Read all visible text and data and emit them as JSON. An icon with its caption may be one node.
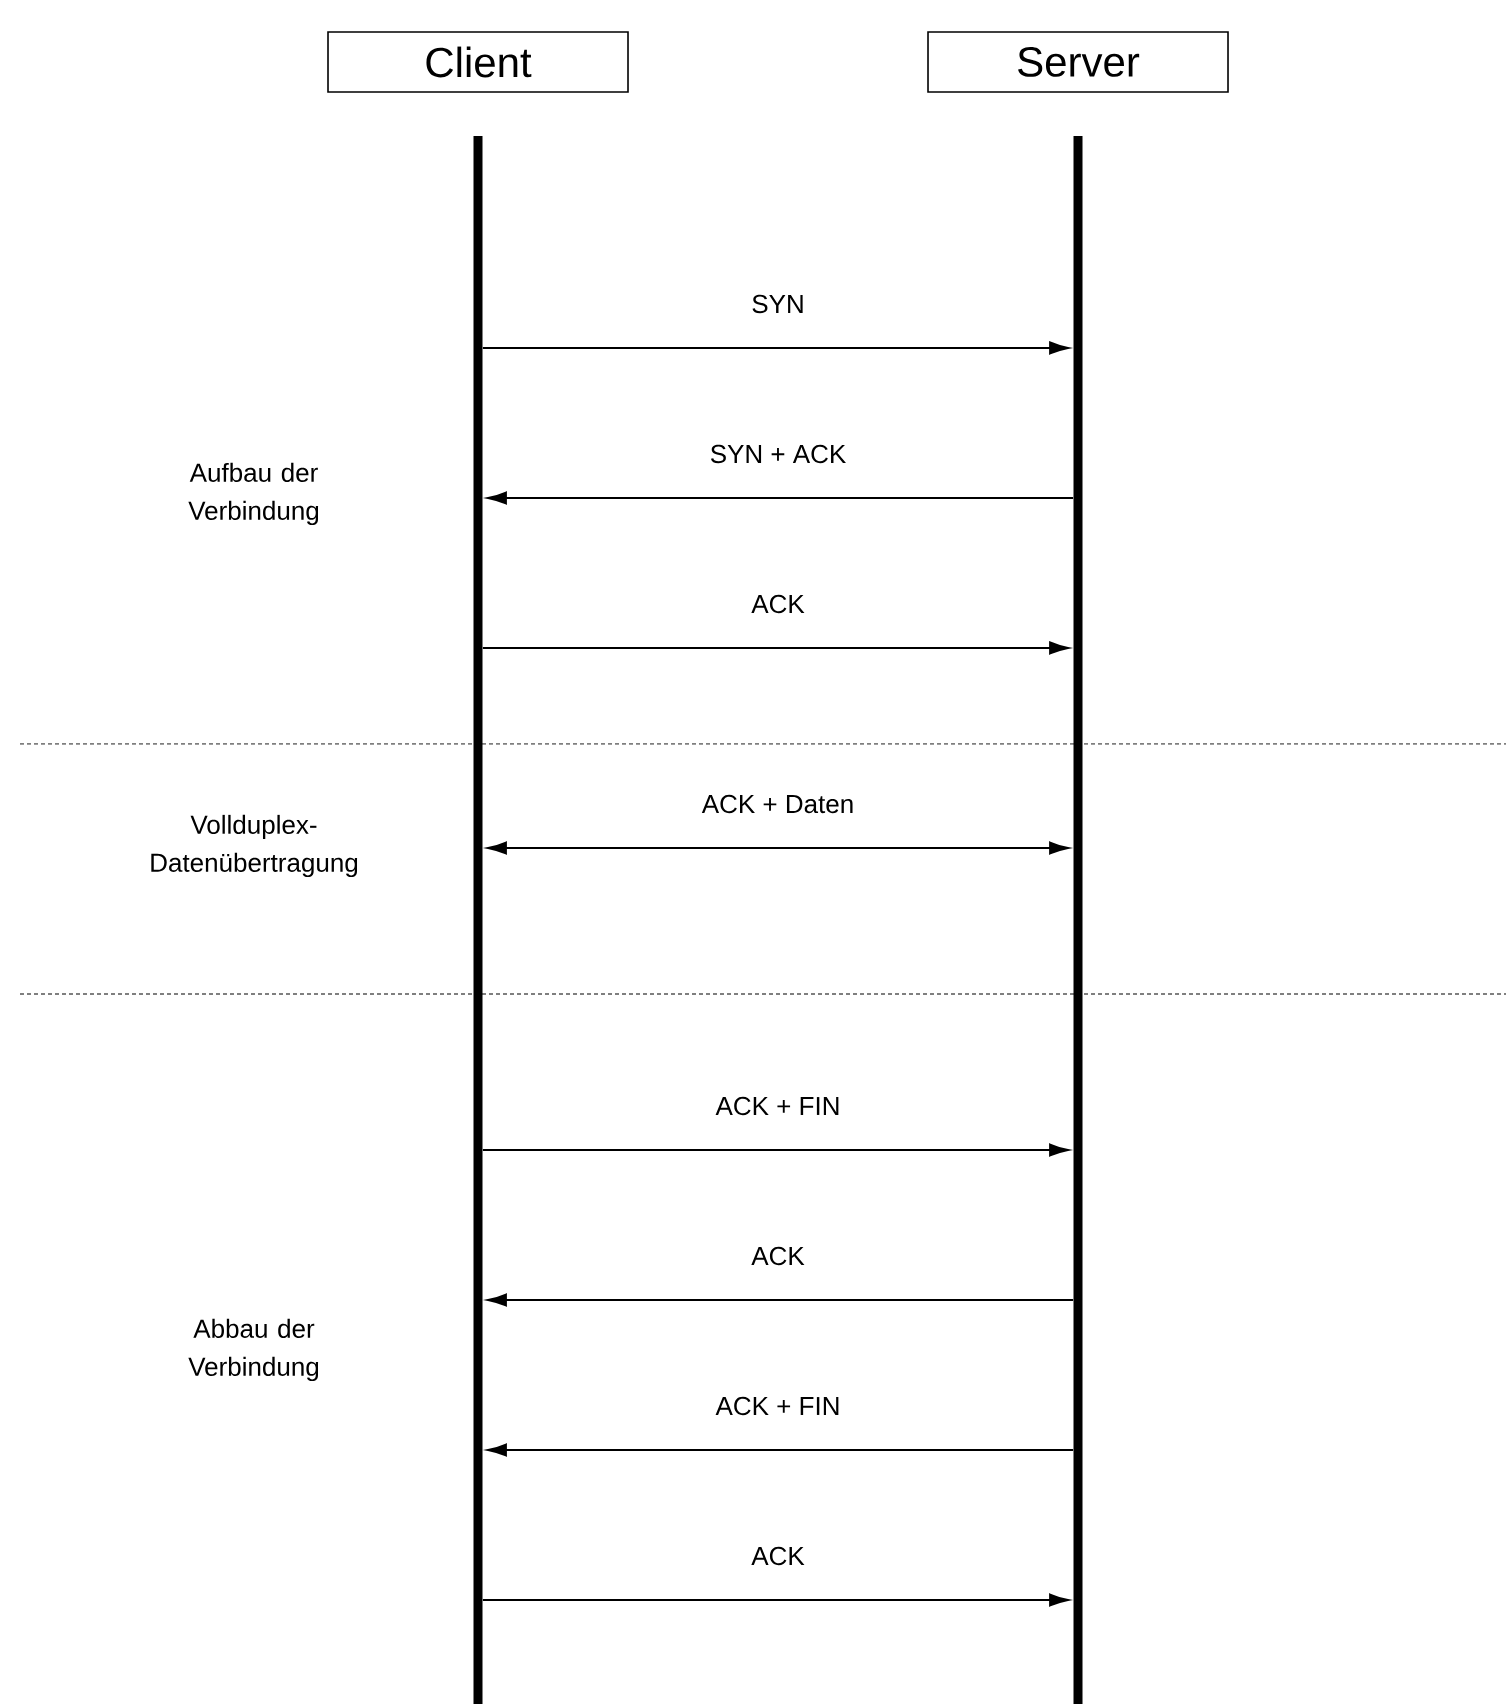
{
  "diagram": {
    "nodes": [
      {
        "text": [
          "Client"
        ]
      },
      {
        "text": [
          "Server"
        ]
      },
      {
        "text": [],
        "shape": "bar"
      },
      {
        "text": [],
        "shape": "bar"
      }
    ],
    "edges": [
      {
        "from": 2,
        "to": 3,
        "arrow": "to",
        "label": "SYN"
      },
      {
        "from": 3,
        "to": 2,
        "arrow": "to",
        "label": "SYN + ACK"
      },
      {
        "from": 2,
        "to": 3,
        "arrow": "to",
        "label": "ACK"
      },
      {
        "from": 2,
        "to": 3,
        "arrow": "both",
        "label": "ACK + Daten"
      },
      {
        "from": 2,
        "to": 3,
        "arrow": "to",
        "label": "ACK + FIN"
      },
      {
        "from": 3,
        "to": 2,
        "arrow": "to",
        "label": "ACK"
      },
      {
        "from": 3,
        "to": 2,
        "arrow": "to",
        "label": "ACK + FIN"
      },
      {
        "from": 2,
        "to": 3,
        "arrow": "to",
        "label": "ACK"
      }
    ],
    "labels": [
      "Aufbau der Verbindung",
      "Vollduplex-Datenübertragung",
      "Abbau der Verbindung"
    ]
  }
}
